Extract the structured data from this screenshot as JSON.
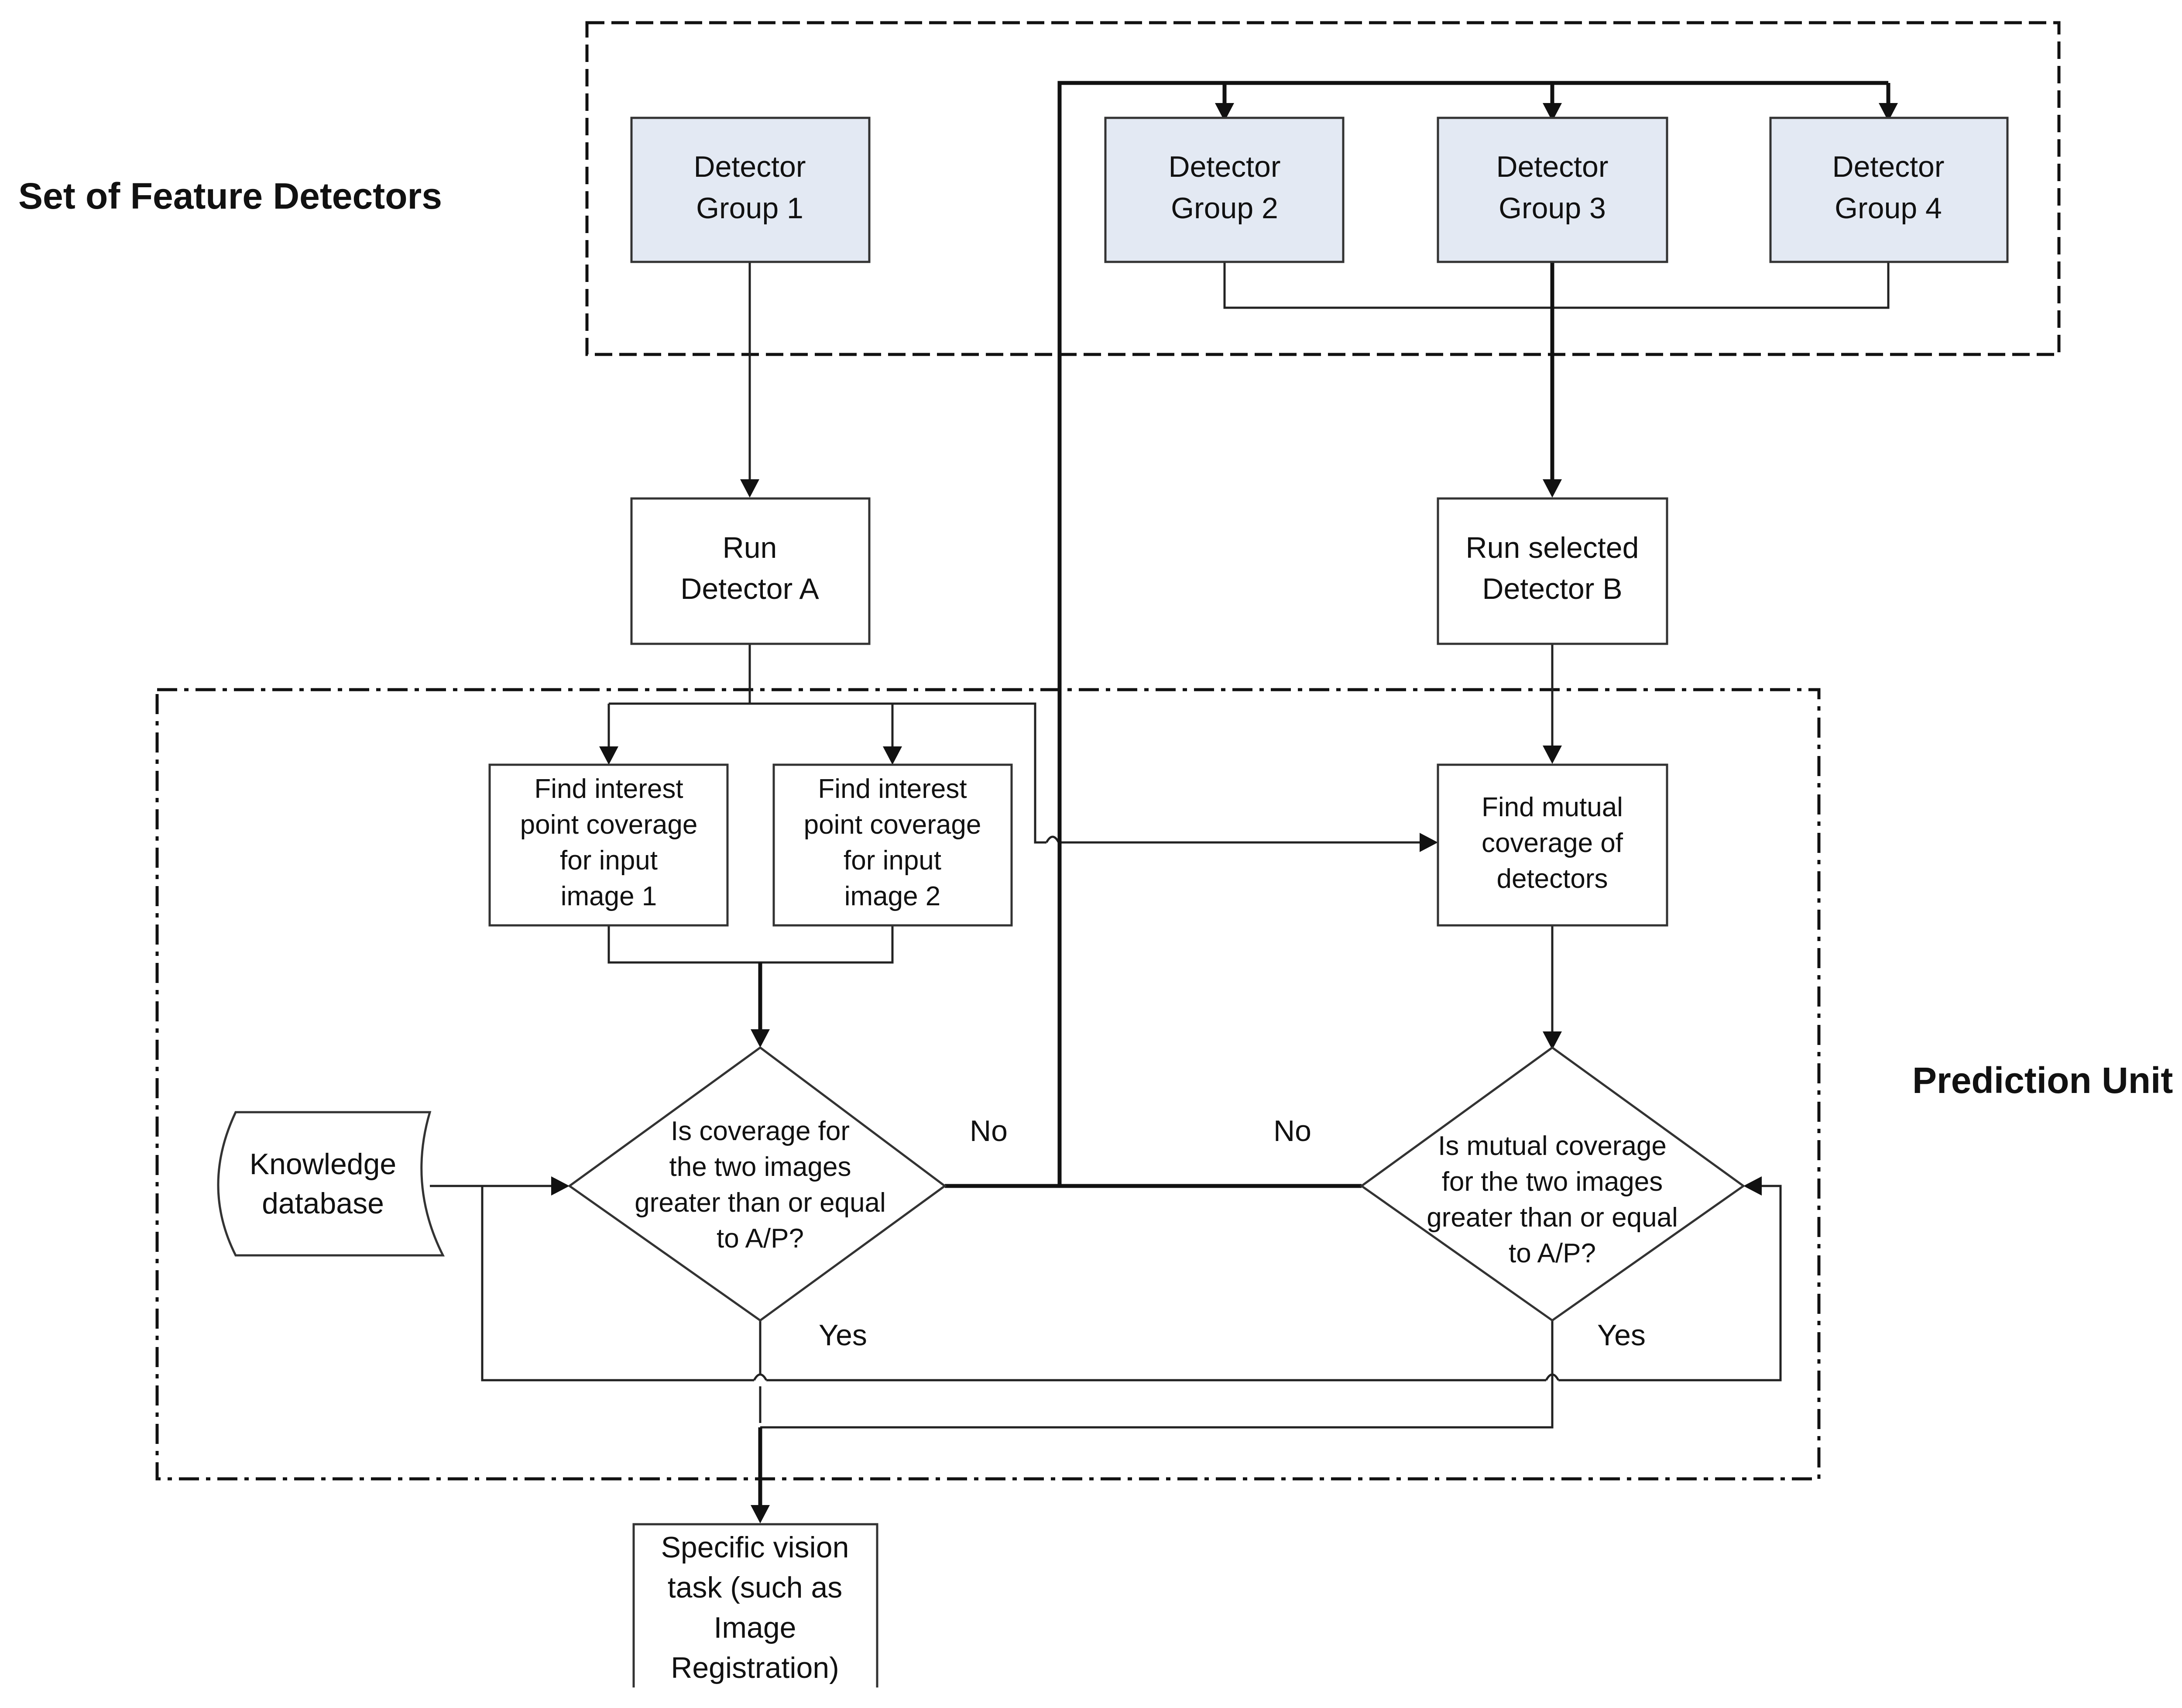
{
  "labels": {
    "set_title": "Set of Feature Detectors",
    "prediction_title": "Prediction Unit"
  },
  "detector_groups": [
    {
      "line1": "Detector",
      "line2": "Group 1"
    },
    {
      "line1": "Detector",
      "line2": "Group 2"
    },
    {
      "line1": "Detector",
      "line2": "Group 3"
    },
    {
      "line1": "Detector",
      "line2": "Group 4"
    }
  ],
  "run_a": {
    "line1": "Run",
    "line2": "Detector A"
  },
  "run_b": {
    "line1": "Run selected",
    "line2": "Detector B"
  },
  "find1": {
    "lines": [
      "Find interest",
      "point coverage",
      "for input",
      "image 1"
    ]
  },
  "find2": {
    "lines": [
      "Find interest",
      "point coverage",
      "for input",
      "image 2"
    ]
  },
  "mutual": {
    "lines": [
      "Find mutual",
      "coverage of",
      "detectors"
    ]
  },
  "knowledge": {
    "lines": [
      "Knowledge",
      "database"
    ]
  },
  "decision_left": {
    "lines": [
      "Is coverage for",
      "the two images",
      "greater than or equal",
      "to A/P?"
    ]
  },
  "decision_right": {
    "lines": [
      "Is mutual coverage",
      "for the two images",
      "greater than or equal",
      "to A/P?"
    ]
  },
  "edges": {
    "no_left": "No",
    "no_right": "No",
    "yes_left": "Yes",
    "yes_right": "Yes"
  },
  "output": {
    "lines": [
      "Specific vision",
      "task (such as",
      "Image",
      "Registration)"
    ]
  }
}
